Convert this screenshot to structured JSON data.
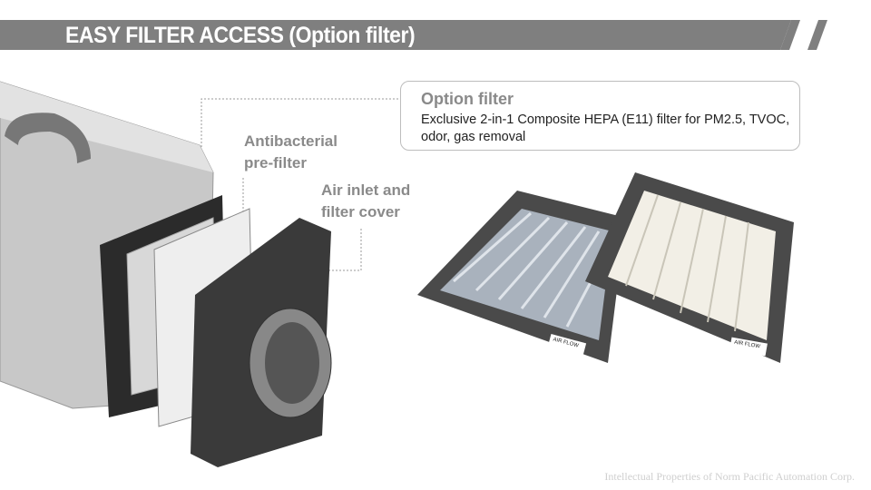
{
  "header": {
    "title": "EASY FILTER ACCESS (Option filter)"
  },
  "callout": {
    "heading": "Option filter",
    "body": "Exclusive  2-in-1 Composite HEPA (E11) filter for PM2.5, TVOC, odor, gas removal"
  },
  "labels": {
    "prefilter": [
      "Antibacterial",
      "pre-filter"
    ],
    "inlet": [
      "Air inlet and",
      "filter cover"
    ]
  },
  "photo_labels": {
    "airflow": "AIR FLOW"
  },
  "footer": {
    "text": "Intellectual Properties of Norm Pacific Automation Corp."
  }
}
